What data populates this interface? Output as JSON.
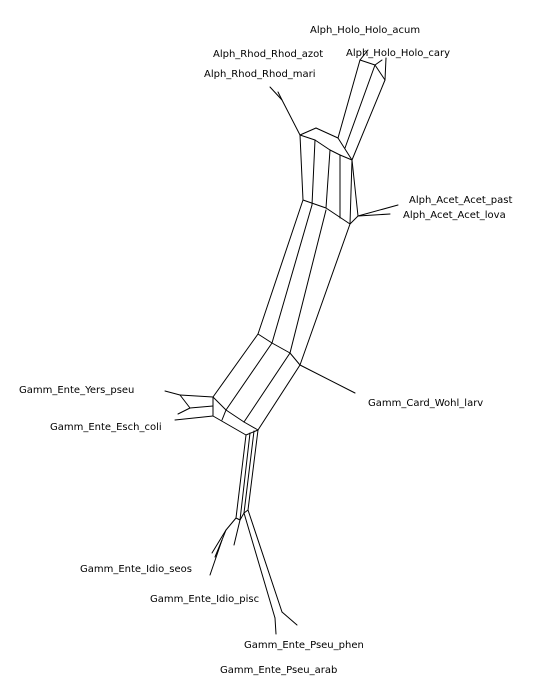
{
  "diagram": {
    "type": "split-network",
    "taxa": [
      {
        "id": "holo_acum",
        "label": "Alph_Holo_Holo_acum"
      },
      {
        "id": "holo_cary",
        "label": "Alph_Holo_Holo_cary"
      },
      {
        "id": "rhod_azot",
        "label": "Alph_Rhod_Rhod_azot"
      },
      {
        "id": "rhod_mari",
        "label": "Alph_Rhod_Rhod_mari"
      },
      {
        "id": "acet_past",
        "label": "Alph_Acet_Acet_past"
      },
      {
        "id": "acet_lova",
        "label": "Alph_Acet_Acet_lova"
      },
      {
        "id": "yers_pseu",
        "label": "Gamm_Ente_Yers_pseu"
      },
      {
        "id": "card_wohl",
        "label": "Gamm_Card_Wohl_larv"
      },
      {
        "id": "esch_coli",
        "label": "Gamm_Ente_Esch_coli"
      },
      {
        "id": "idio_seos",
        "label": "Gamm_Ente_Idio_seos"
      },
      {
        "id": "idio_pisc",
        "label": "Gamm_Ente_Idio_pisc"
      },
      {
        "id": "pseu_phen",
        "label": "Gamm_Ente_Pseu_phen"
      },
      {
        "id": "pseu_arab",
        "label": "Gamm_Ente_Pseu_arab"
      }
    ]
  },
  "colors": {
    "edge": "#000000",
    "label": "#000000",
    "background": "#ffffff"
  }
}
